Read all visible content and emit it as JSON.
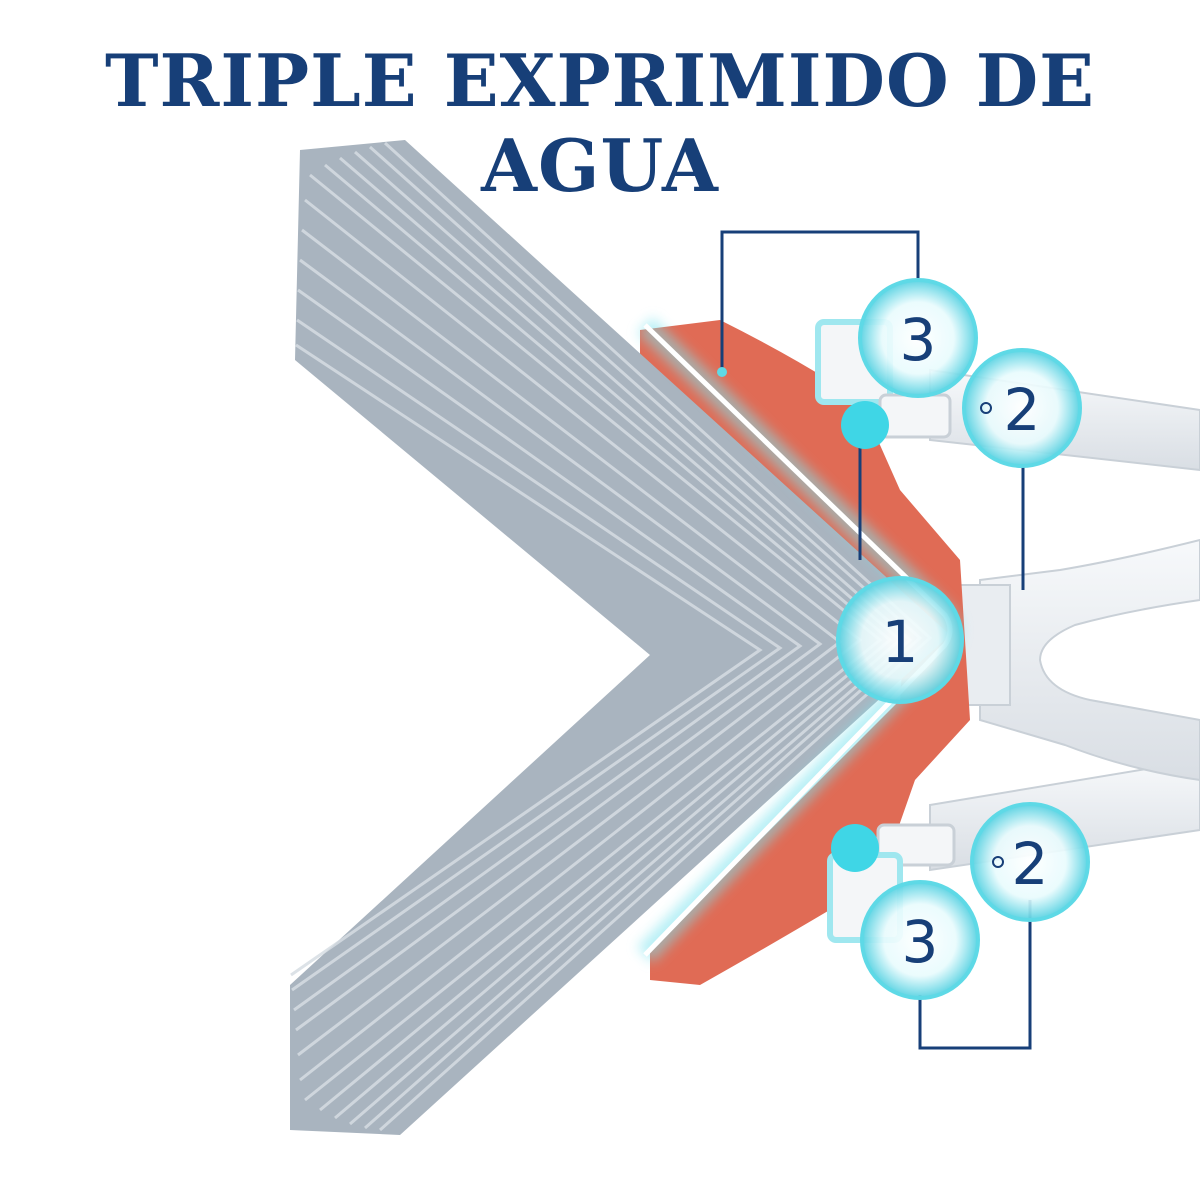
{
  "headline": "TRIPLE EXPRIMIDO DE AGUA",
  "badges": {
    "center": "1",
    "upper_mid": "2",
    "upper_top": "3",
    "lower_mid": "2",
    "lower_bottom": "3"
  },
  "colors": {
    "headline": "#173f78",
    "sponge": "#a9b4bf",
    "sponge_line": "#d6dde3",
    "clamp": "#e06b55",
    "glow": "#5ed9e6",
    "callout": "#173f78",
    "handle": "#eef1f4"
  }
}
